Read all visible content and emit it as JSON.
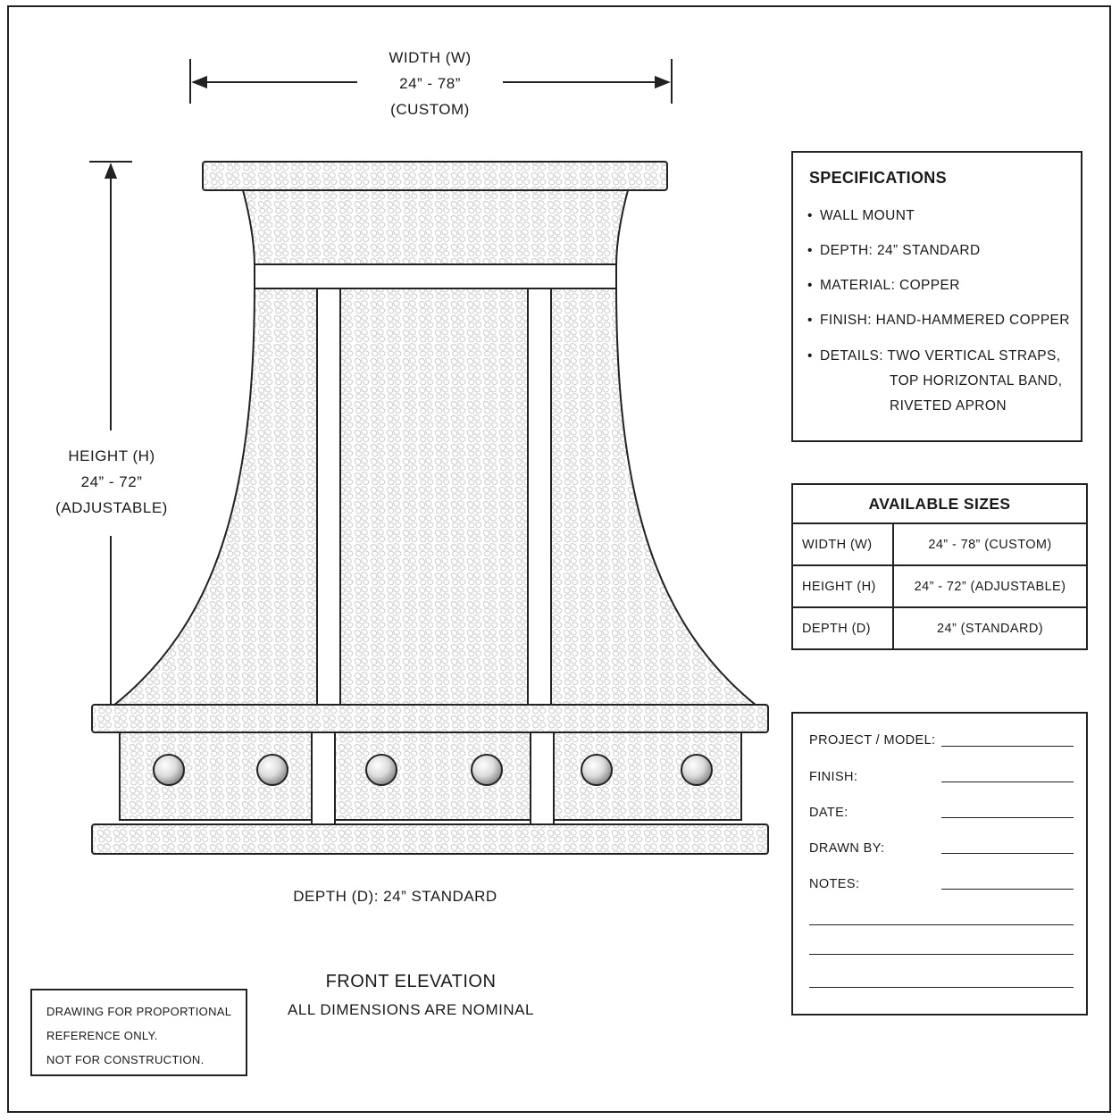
{
  "dimensions": {
    "width": {
      "label": "WIDTH (W)",
      "range": "24” - 78”",
      "note": "(CUSTOM)"
    },
    "height": {
      "label": "HEIGHT (H)",
      "range": "24” -  72”",
      "note": "(ADJUSTABLE)"
    },
    "depth_caption": "DEPTH (D): 24” STANDARD"
  },
  "view": {
    "title": "FRONT ELEVATION",
    "subtitle": "ALL DIMENSIONS ARE NOMINAL"
  },
  "disclaimer": {
    "lines": [
      "DRAWING FOR PROPORTIONAL",
      "REFERENCE ONLY.",
      "NOT FOR CONSTRUCTION."
    ]
  },
  "specifications": {
    "title": "SPECIFICATIONS",
    "items": [
      "WALL MOUNT",
      "DEPTH:  24” STANDARD",
      "MATERIAL:  COPPER",
      "FINISH:  HAND-HAMMERED COPPER",
      "DETAILS:  TWO VERTICAL STRAPS,"
    ],
    "details_continued": [
      "TOP HORIZONTAL BAND,",
      "RIVETED APRON"
    ]
  },
  "available_sizes": {
    "title": "AVAILABLE SIZES",
    "rows": [
      {
        "key": "WIDTH (W)",
        "value": "24” - 78” (CUSTOM)"
      },
      {
        "key": "HEIGHT (H)",
        "value": "24” - 72” (ADJUSTABLE)"
      },
      {
        "key": "DEPTH (D)",
        "value": "24” (STANDARD)"
      }
    ]
  },
  "title_block": {
    "fields": [
      "PROJECT / MODEL:",
      "FINISH:",
      "DATE:",
      "DRAWN BY:",
      "NOTES:"
    ]
  },
  "colors": {
    "line": "#222222",
    "rivet_fill": "#e6e6e6",
    "hammer_texture": "#c8c8c8"
  }
}
